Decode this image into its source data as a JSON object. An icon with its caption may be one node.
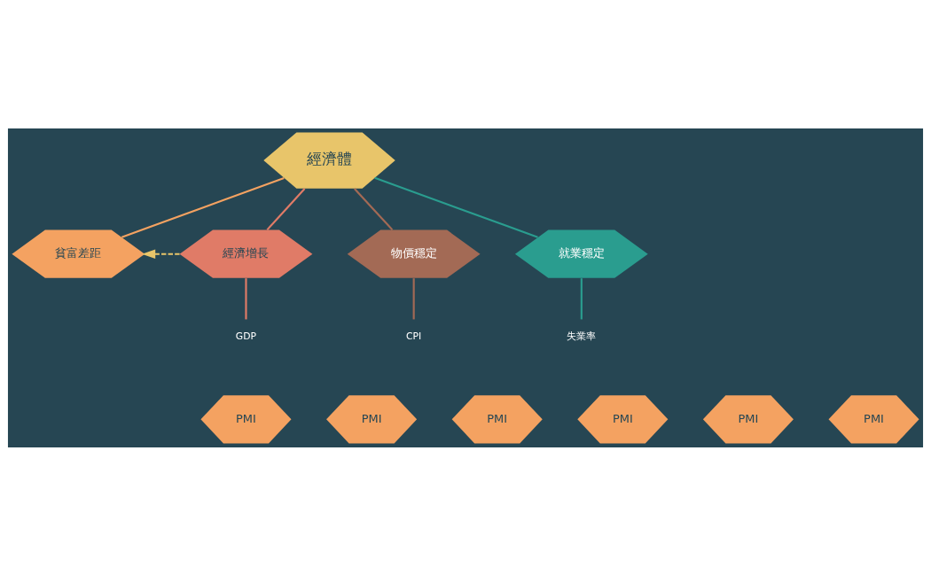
{
  "diagram": {
    "nodes": [
      {
        "text": [
          "經濟體"
        ]
      },
      {
        "text": [
          "貧富差距"
        ]
      },
      {
        "text": [
          "經濟增長"
        ]
      },
      {
        "text": [
          "物價穩定"
        ]
      },
      {
        "text": [
          "就業穩定"
        ]
      },
      {
        "text": [
          "GDP"
        ]
      },
      {
        "text": [
          "CPI"
        ]
      },
      {
        "text": [
          "失業率"
        ]
      },
      {
        "text": [
          "PMI"
        ]
      },
      {
        "text": [
          "PMI"
        ]
      },
      {
        "text": [
          "PMI"
        ]
      },
      {
        "text": [
          "PMI"
        ]
      },
      {
        "text": [
          "PMI"
        ]
      },
      {
        "text": [
          "PMI"
        ]
      }
    ],
    "edges": [
      {
        "from": 0,
        "to": 1,
        "arrow": "none",
        "color": "#f4a261"
      },
      {
        "from": 0,
        "to": 2,
        "arrow": "none",
        "color": "#e07b67"
      },
      {
        "from": 0,
        "to": 3,
        "arrow": "none",
        "color": "#a36a55"
      },
      {
        "from": 0,
        "to": 4,
        "arrow": "none",
        "color": "#2a9d8f"
      },
      {
        "from": 2,
        "to": 5,
        "arrow": "none",
        "color": "#e07b67"
      },
      {
        "from": 3,
        "to": 6,
        "arrow": "none",
        "color": "#a36a55"
      },
      {
        "from": 4,
        "to": 7,
        "arrow": "none",
        "color": "#2a9d8f"
      },
      {
        "from": 2,
        "to": 1,
        "arrow": "to",
        "style": "dashed",
        "color": "#e8c56a"
      }
    ]
  }
}
